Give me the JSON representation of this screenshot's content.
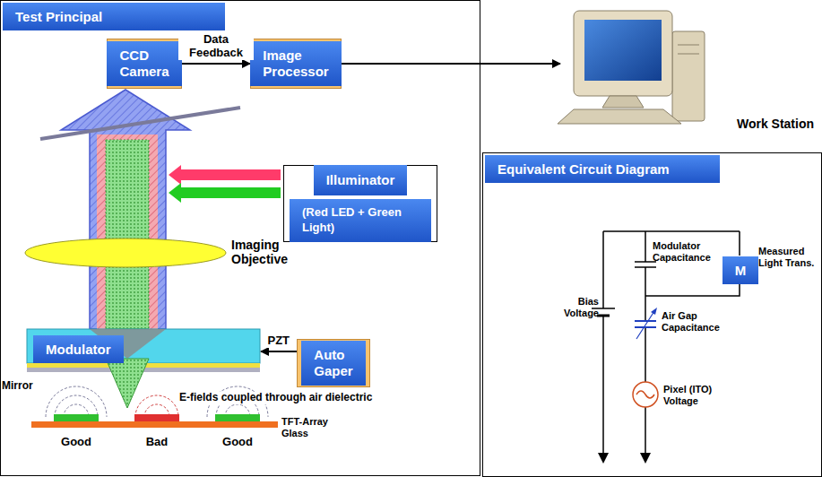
{
  "diagram": {
    "nodes": [
      {
        "text": [
          "Test Principal"
        ]
      },
      {
        "text": [
          "CCD Camera"
        ],
        "in": 0
      },
      {
        "text": [
          "Image Processor"
        ],
        "in": 0
      },
      {
        "text": [
          "Work Station"
        ]
      },
      {
        "text": [
          "Illuminator",
          "(Red LED + Green Light)"
        ],
        "in": 0
      },
      {
        "text": [
          "Modulator"
        ],
        "in": 0
      },
      {
        "text": [
          "Auto Gaper"
        ],
        "in": 0
      },
      {
        "text": [
          "Equivalent Circuit Diagram"
        ]
      },
      {
        "text": [
          "M"
        ],
        "in": 7
      }
    ],
    "edges": [
      {
        "from": 1,
        "to": 2,
        "arrow": "to",
        "label": "Data Feedback"
      },
      {
        "from": 2,
        "to": 3,
        "arrow": "to"
      },
      {
        "from": 6,
        "to": 5,
        "arrow": "to",
        "label": "PZT"
      }
    ],
    "labels": [
      "Imaging Objective",
      "Mirror",
      "E-fields coupled through air dielectric",
      "TFT-Array Glass",
      "Good",
      "Bad",
      "Good",
      "Modulator Capacitance",
      "Measured Light Trans.",
      "Bias Voltage",
      "Air Gap Capacitance",
      "Pixel (ITO) Voltage"
    ]
  }
}
